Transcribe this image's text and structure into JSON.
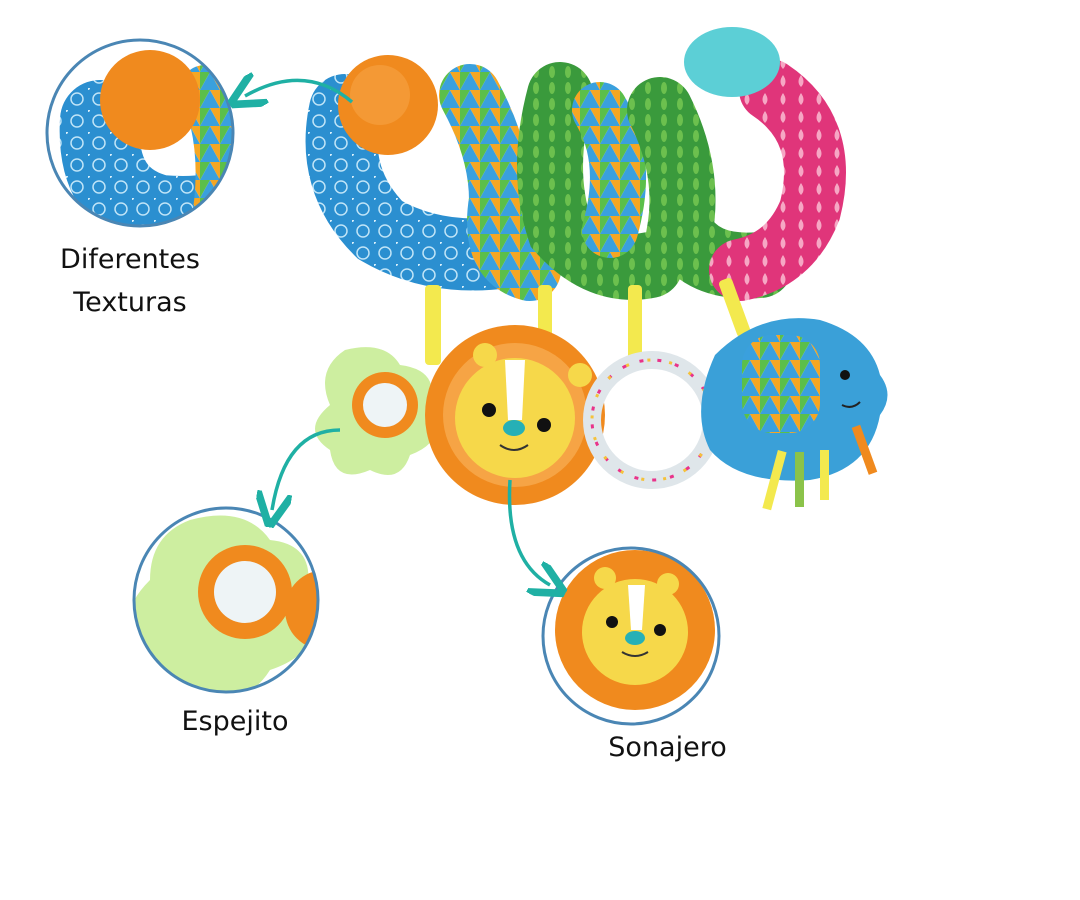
{
  "labels": {
    "textures_line1": "Diferentes",
    "textures_line2": "Texturas",
    "mirror": "Espejito",
    "rattle": "Sonajero"
  },
  "colors": {
    "arrow": "#1fb0a4",
    "circle_border": "#4a86b4",
    "blue_fabric": "#2b8fd0",
    "green_fabric": "#3a9a3c",
    "pink_fabric": "#e0357a",
    "orange_plush": "#f08a1e",
    "lion_face": "#f6d84a"
  }
}
